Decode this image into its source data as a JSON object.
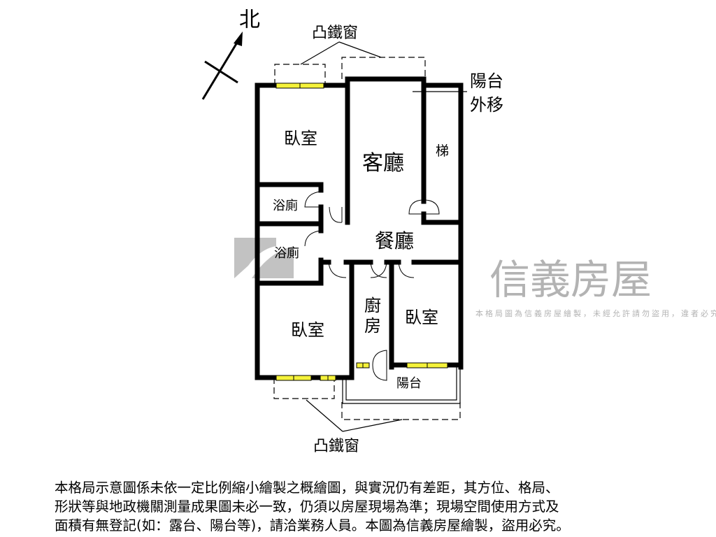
{
  "plan": {
    "north": "北",
    "bay_window_top": "凸鐵窗",
    "bay_window_bottom": "凸鐵窗",
    "balcony_moved": [
      "陽台",
      "外移"
    ],
    "rooms": {
      "bedroom_nw": "臥室",
      "living_room": "客廳",
      "stairs": "梯",
      "bath_1": "浴廁",
      "dining_room": "餐廳",
      "bath_2": "浴廁",
      "bedroom_sw": "臥室",
      "kitchen": [
        "廚",
        "房"
      ],
      "bedroom_se": "臥室",
      "balcony": "陽台"
    }
  },
  "watermark": {
    "brand": "信義房屋",
    "notice": "本格局圖為信義房屋繪製，未經允許請勿盜用，違者必究"
  },
  "colors": {
    "wall": "#000000",
    "window": "#f5f23a",
    "watermark": "#9a9a9a"
  },
  "disclaimer": [
    "本格局示意圖係未依一定比例縮小繪製之概繪圖，與實況仍有差距，其方位、格局、",
    "形狀等與地政機關測量成果圖未必一致，仍須以房屋現場為準；現場空間使用方式及",
    "面積有無登記(如：露台、陽台等)，請洽業務人員。本圖為信義房屋繪製，盜用必究。"
  ]
}
